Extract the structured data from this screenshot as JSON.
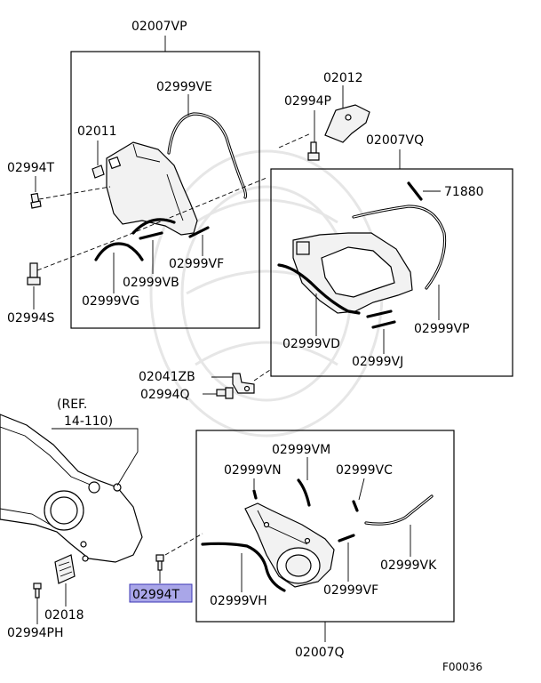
{
  "labels": {
    "top_cover_assy": "02007VP",
    "upper_gasket_e": "02999VE",
    "cover_left_piece": "02011",
    "bolt_t_upper": "02994T",
    "bolt_s": "02994S",
    "gasket_vf_upper": "02999VF",
    "gasket_vb": "02999VB",
    "gasket_vg": "02999VG",
    "bracket_02012": "02012",
    "bolt_p": "02994P",
    "middle_cover_assy": "02007VQ",
    "part_71880": "71880",
    "gasket_vp": "02999VP",
    "gasket_vd": "02999VD",
    "gasket_vj": "02999VJ",
    "bracket_zb": "02041ZB",
    "bolt_q": "02994Q",
    "ref_line1": "(REF.",
    "ref_line2": "14-110)",
    "gasket_vm": "02999VM",
    "gasket_vn": "02999VN",
    "gasket_vc": "02999VC",
    "gasket_vk": "02999VK",
    "gasket_vh": "02999VH",
    "gasket_vf_lower": "02999VF",
    "bolt_t_lower_highlighted": "02994T",
    "bracket_02018": "02018",
    "bolt_ph": "02994PH",
    "lower_cover_assy": "02007Q",
    "figure_code": "F00036"
  },
  "colors": {
    "highlight_fill": "#a9a6e8",
    "highlight_stroke": "#3b36b5",
    "line": "#000000"
  }
}
